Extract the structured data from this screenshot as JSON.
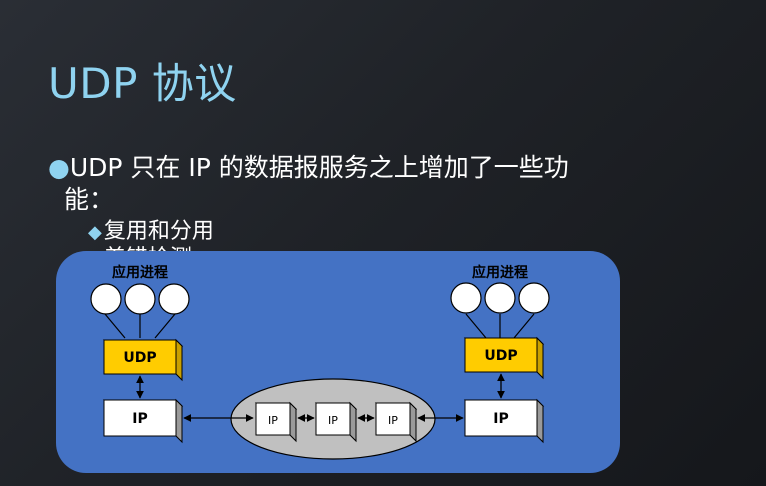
{
  "slide": {
    "title": "UDP 协议"
  },
  "bullet": {
    "line1": "UDP 只在 IP 的数据报服务之上增加了一些功",
    "line2": "能："
  },
  "sub_bullets": [
    {
      "label": "复用和分用"
    },
    {
      "label": "差错检测"
    }
  ],
  "diagram": {
    "left_app_label": "应用进程",
    "right_app_label": "应用进程",
    "left_udp_label": "UDP",
    "right_udp_label": "UDP",
    "left_ip_label": "IP",
    "right_ip_label": "IP",
    "router_labels": [
      "IP",
      "IP",
      "IP"
    ]
  },
  "colors": {
    "title": "#8fd3f0",
    "accent": "#8fd3f0",
    "panel": "#4472c4",
    "udp_box": "#ffcc00",
    "ip_box": "#ffffff",
    "network_ellipse": "#bfbfbf"
  }
}
